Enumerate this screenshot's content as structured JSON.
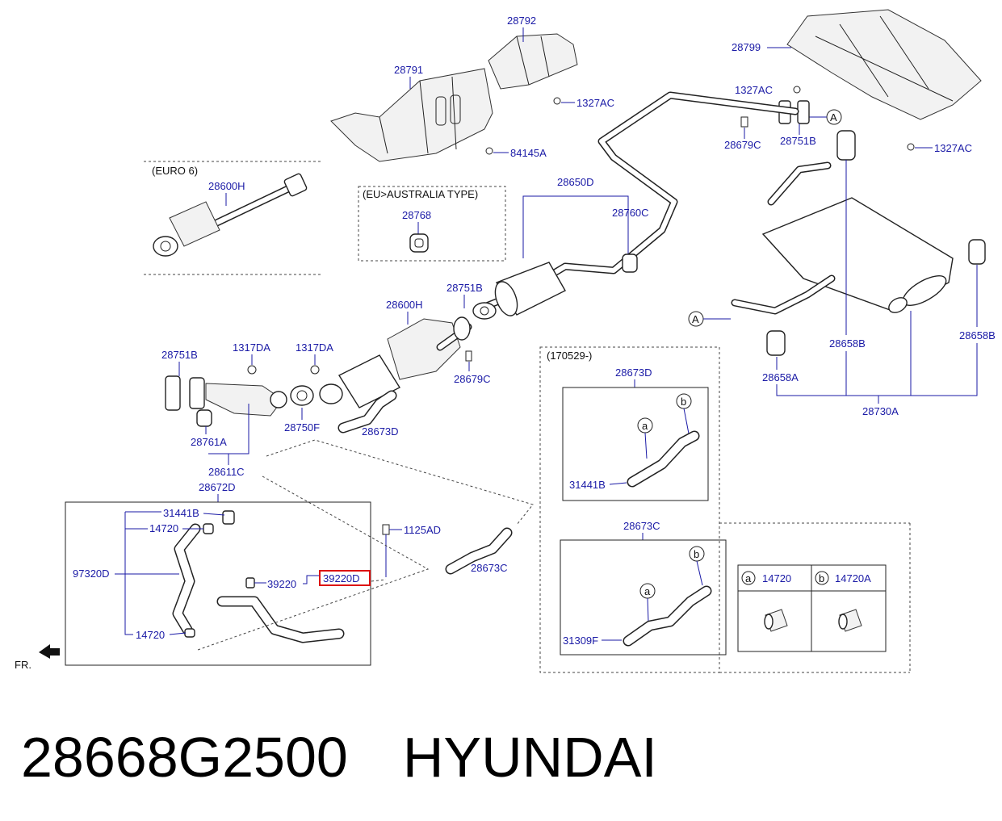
{
  "labels": {
    "p28792": "28792",
    "p28799": "28799",
    "p28791": "28791",
    "p1327AC_a": "1327AC",
    "p1327AC_b": "1327AC",
    "p1327AC_c": "1327AC",
    "p84145A": "84145A",
    "p28679C_top": "28679C",
    "p28751B_top": "28751B",
    "circleA_top": "A",
    "euro6": "(EURO 6)",
    "p28600H_top": "28600H",
    "eu_aus": "(EU>AUSTRALIA TYPE)",
    "p28768": "28768",
    "p28650D": "28650D",
    "p28760C": "28760C",
    "p28751B_mid": "28751B",
    "p28600H_mid": "28600H",
    "circleA_mid": "A",
    "p28658B_a": "28658B",
    "p28658B_b": "28658B",
    "p28658A": "28658A",
    "p28730A": "28730A",
    "p28751B_left": "28751B",
    "p1317DA_a": "1317DA",
    "p1317DA_b": "1317DA",
    "p28679C_mid": "28679C",
    "p28750F": "28750F",
    "p28673D_mid": "28673D",
    "p28761A": "28761A",
    "p28611C": "28611C",
    "p28672D": "28672D",
    "date_note": "(170529-)",
    "p28673D_box": "28673D",
    "circle_b1": "b",
    "circle_a1": "a",
    "p31441B_box": "31441B",
    "p31441B_left": "31441B",
    "p14720_a": "14720",
    "p97320D": "97320D",
    "p14720_b": "14720",
    "p39220": "39220",
    "p39220D": "39220D",
    "p1125AD": "1125AD",
    "p28673C_mid": "28673C",
    "p28673C_box": "28673C",
    "circle_b2": "b",
    "circle_a2": "a",
    "p31309F": "31309F",
    "legend_a_circle": "a",
    "legend_a_part": "14720",
    "legend_b_circle": "b",
    "legend_b_part": "14720A",
    "fr": "FR."
  },
  "footer": {
    "part_number": "28668G2500",
    "brand": "HYUNDAI"
  },
  "colors": {
    "label": "#1a1aa6",
    "highlight": "#d11111",
    "line": "#222222"
  }
}
